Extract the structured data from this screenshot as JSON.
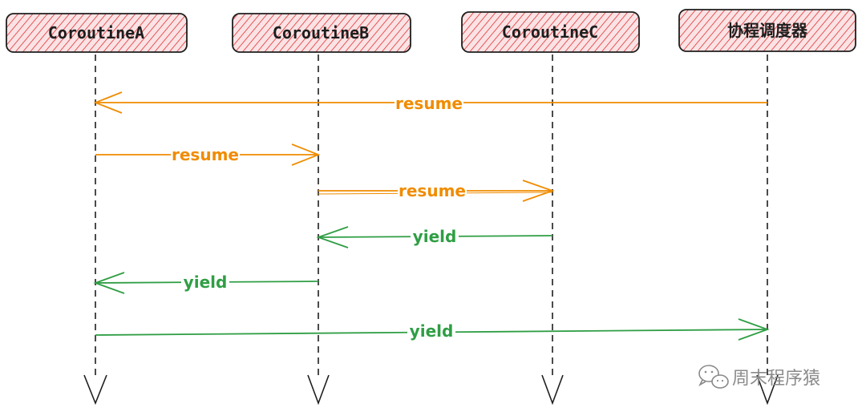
{
  "diagram": {
    "participants": [
      {
        "id": "A",
        "label": "CoroutineA"
      },
      {
        "id": "B",
        "label": "CoroutineB"
      },
      {
        "id": "C",
        "label": "CoroutineC"
      },
      {
        "id": "S",
        "label": "协程调度器"
      }
    ],
    "messages": [
      {
        "from": "S",
        "to": "A",
        "label": "resume",
        "kind": "resume"
      },
      {
        "from": "A",
        "to": "B",
        "label": "resume",
        "kind": "resume"
      },
      {
        "from": "B",
        "to": "C",
        "label": "resume",
        "kind": "resume"
      },
      {
        "from": "C",
        "to": "B",
        "label": "yield",
        "kind": "yield"
      },
      {
        "from": "B",
        "to": "A",
        "label": "yield",
        "kind": "yield"
      },
      {
        "from": "A",
        "to": "S",
        "label": "yield",
        "kind": "yield"
      }
    ]
  },
  "watermark": {
    "text": "周末程序猿",
    "icon": "wechat-icon"
  },
  "colors": {
    "box_fill": "#f8d7da",
    "box_hatch": "#e03131",
    "box_stroke": "#1e1e1e",
    "lifeline": "#1e1e1e",
    "resume": "#f08c00",
    "yield": "#2f9e44",
    "watermark": "#8a8a8a"
  }
}
